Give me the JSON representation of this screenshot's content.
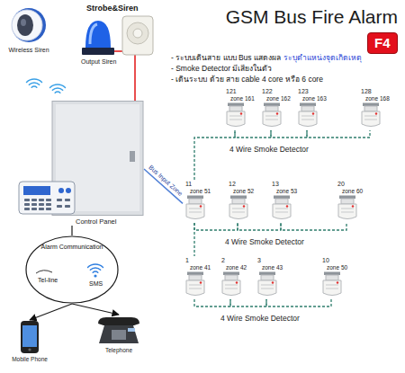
{
  "diagram": {
    "title": "GSM Bus Fire Alarm",
    "nodes": [
      {
        "text": [
          "Wireless Siren"
        ]
      },
      {
        "text": [
          "Strobe&Siren",
          "Output Siren"
        ]
      },
      {
        "text": [
          "F4"
        ]
      },
      {
        "text": [
          "Control Panel"
        ]
      },
      {
        "text": [
          "Alarm Communication",
          "Tel-line",
          "SMS"
        ]
      },
      {
        "text": [
          "Mobile Phone"
        ]
      },
      {
        "text": [
          "Telephone"
        ]
      },
      {
        "text": [
          "121",
          "zone 161"
        ]
      },
      {
        "text": [
          "122",
          "zone 162"
        ]
      },
      {
        "text": [
          "123",
          "zone 163"
        ]
      },
      {
        "text": [
          "128",
          "zone 168"
        ]
      },
      {
        "text": [
          "11",
          "zone 51"
        ]
      },
      {
        "text": [
          "12",
          "zone 52"
        ]
      },
      {
        "text": [
          "13",
          "zone 53"
        ]
      },
      {
        "text": [
          "20",
          "zone 60"
        ]
      },
      {
        "text": [
          "1",
          "zone 41"
        ]
      },
      {
        "text": [
          "2",
          "zone 42"
        ]
      },
      {
        "text": [
          "3",
          "zone 43"
        ]
      },
      {
        "text": [
          "10",
          "zone 50"
        ]
      }
    ],
    "edges": [
      {
        "from": 3,
        "to": 1,
        "arrow": "none"
      },
      {
        "from": 3,
        "to": 4,
        "arrow": "none"
      },
      {
        "from": 4,
        "to": 5,
        "arrow": "to"
      },
      {
        "from": 4,
        "to": 6,
        "arrow": "to"
      },
      {
        "from": 3,
        "to": 11,
        "label": "Bus Input Zone",
        "arrow": "none"
      },
      {
        "from": 11,
        "to": 12,
        "arrow": "none"
      },
      {
        "from": 12,
        "to": 13,
        "arrow": "none"
      },
      {
        "from": 13,
        "to": 14,
        "arrow": "none"
      },
      {
        "from": 11,
        "to": 7,
        "arrow": "none"
      },
      {
        "from": 7,
        "to": 8,
        "arrow": "none"
      },
      {
        "from": 8,
        "to": 9,
        "arrow": "none"
      },
      {
        "from": 9,
        "to": 10,
        "arrow": "none"
      },
      {
        "from": 11,
        "to": 15,
        "arrow": "none"
      },
      {
        "from": 15,
        "to": 16,
        "arrow": "none"
      },
      {
        "from": 16,
        "to": 17,
        "arrow": "none"
      },
      {
        "from": 17,
        "to": 18,
        "arrow": "none"
      }
    ],
    "labels": [
      "- ระบบเดินสาย แบบ Bus แสดงผล",
      "ระบุตำแหน่งจุดเกิดเหตุ",
      "- Smoke Detector มีเสียงในตัว",
      "- เดินระบบ ด้วย สาย cable 4 core หรือ 6 core",
      "4 Wire Smoke Detector",
      "4 Wire Smoke Detector",
      "4 Wire Smoke Detector"
    ]
  }
}
